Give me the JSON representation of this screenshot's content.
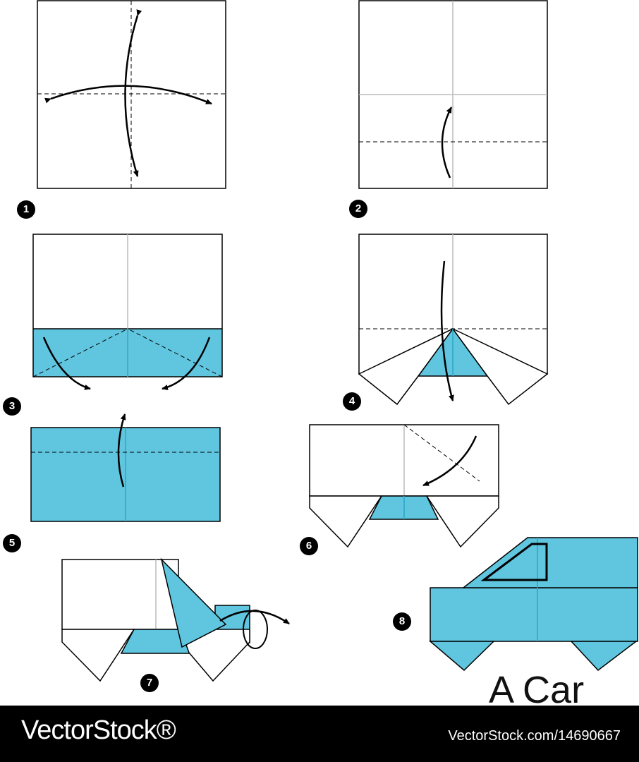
{
  "colors": {
    "paper_fill": "#60c5de",
    "line": "#000000",
    "crease": "#bbbbbb",
    "footer_bg": "#000000"
  },
  "steps": [
    {
      "number": "1"
    },
    {
      "number": "2"
    },
    {
      "number": "3"
    },
    {
      "number": "4"
    },
    {
      "number": "5"
    },
    {
      "number": "6"
    },
    {
      "number": "7"
    },
    {
      "number": "8"
    }
  ],
  "title": "A Car",
  "footer": {
    "logo": "VectorStock®",
    "image_id": "VectorStock.com/14690667"
  }
}
